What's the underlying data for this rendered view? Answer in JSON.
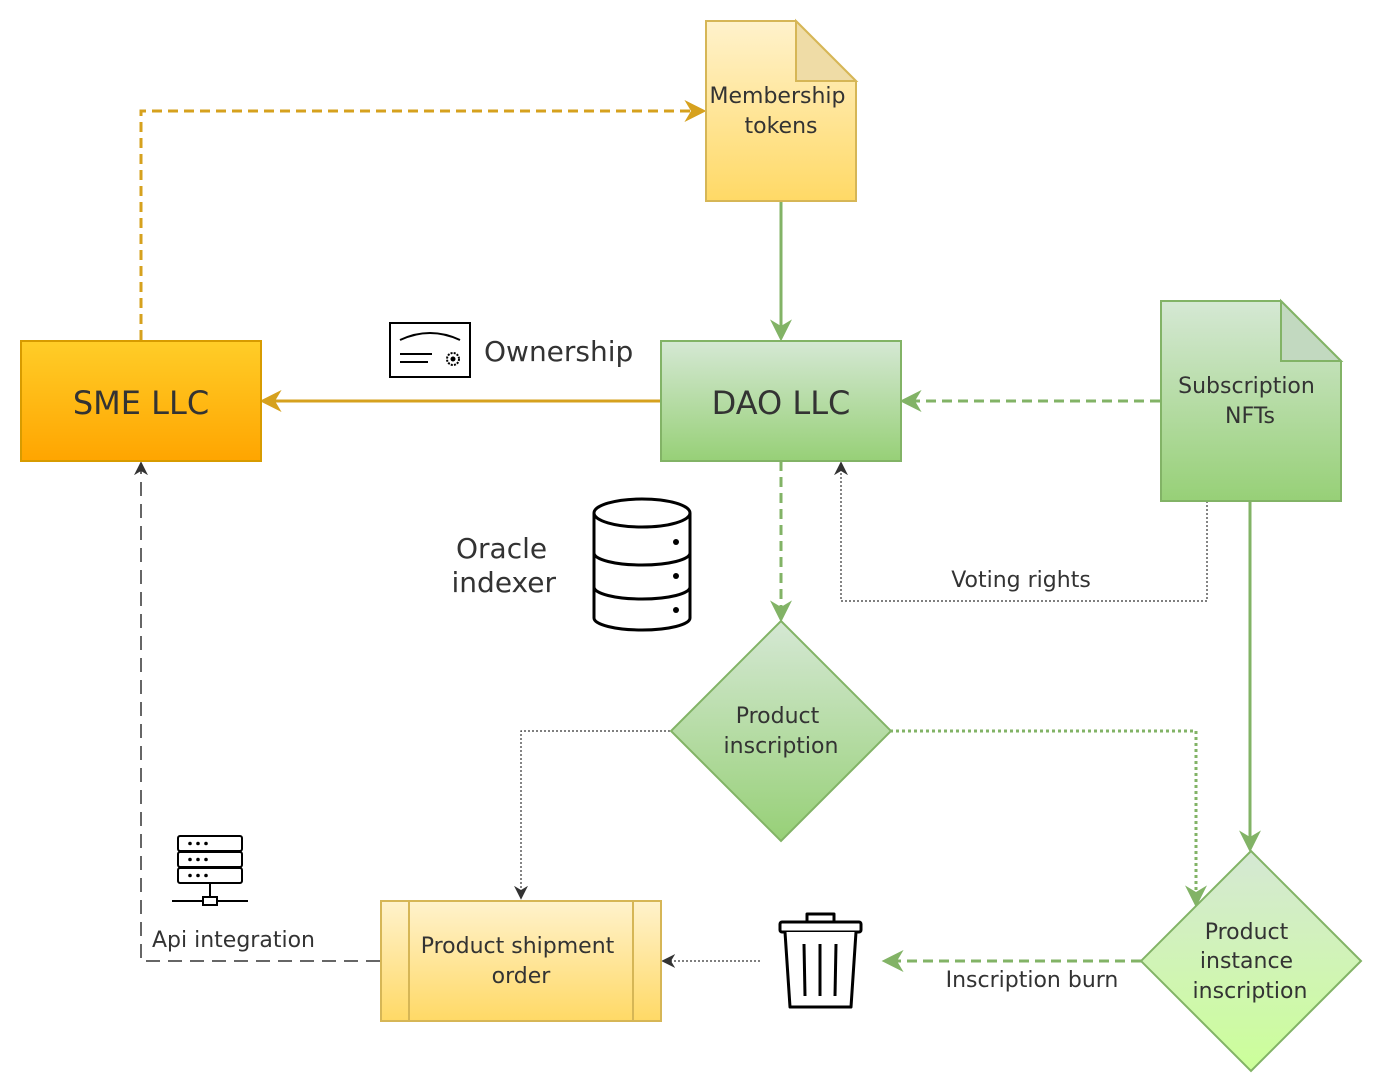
{
  "nodes": {
    "membership_tokens": {
      "lines": [
        "Membership",
        "tokens"
      ]
    },
    "sme_llc": {
      "lines": [
        "SME LLC"
      ]
    },
    "dao_llc": {
      "lines": [
        "DAO LLC"
      ]
    },
    "subscription_nfts": {
      "lines": [
        "Subscription",
        "NFTs"
      ]
    },
    "oracle_indexer": {
      "lines": [
        "Oracle",
        "indexer"
      ]
    },
    "product_inscription": {
      "lines": [
        "Product",
        "inscription"
      ]
    },
    "product_instance_inscription": {
      "lines": [
        "Product",
        "instance",
        "inscription"
      ]
    },
    "product_shipment_order": {
      "lines": [
        "Product shipment",
        "order"
      ]
    }
  },
  "edge_labels": {
    "ownership": "Ownership",
    "voting_rights": "Voting rights",
    "inscription_burn": "Inscription burn",
    "api_integration": "Api integration"
  },
  "icons": {
    "certificate": "certificate-icon",
    "database": "database-icon",
    "trash": "trash-icon",
    "server": "server-icon"
  },
  "colors": {
    "orange_edge": "#d6a11e",
    "green_edge": "#82b366",
    "dark_edge": "#333333"
  }
}
